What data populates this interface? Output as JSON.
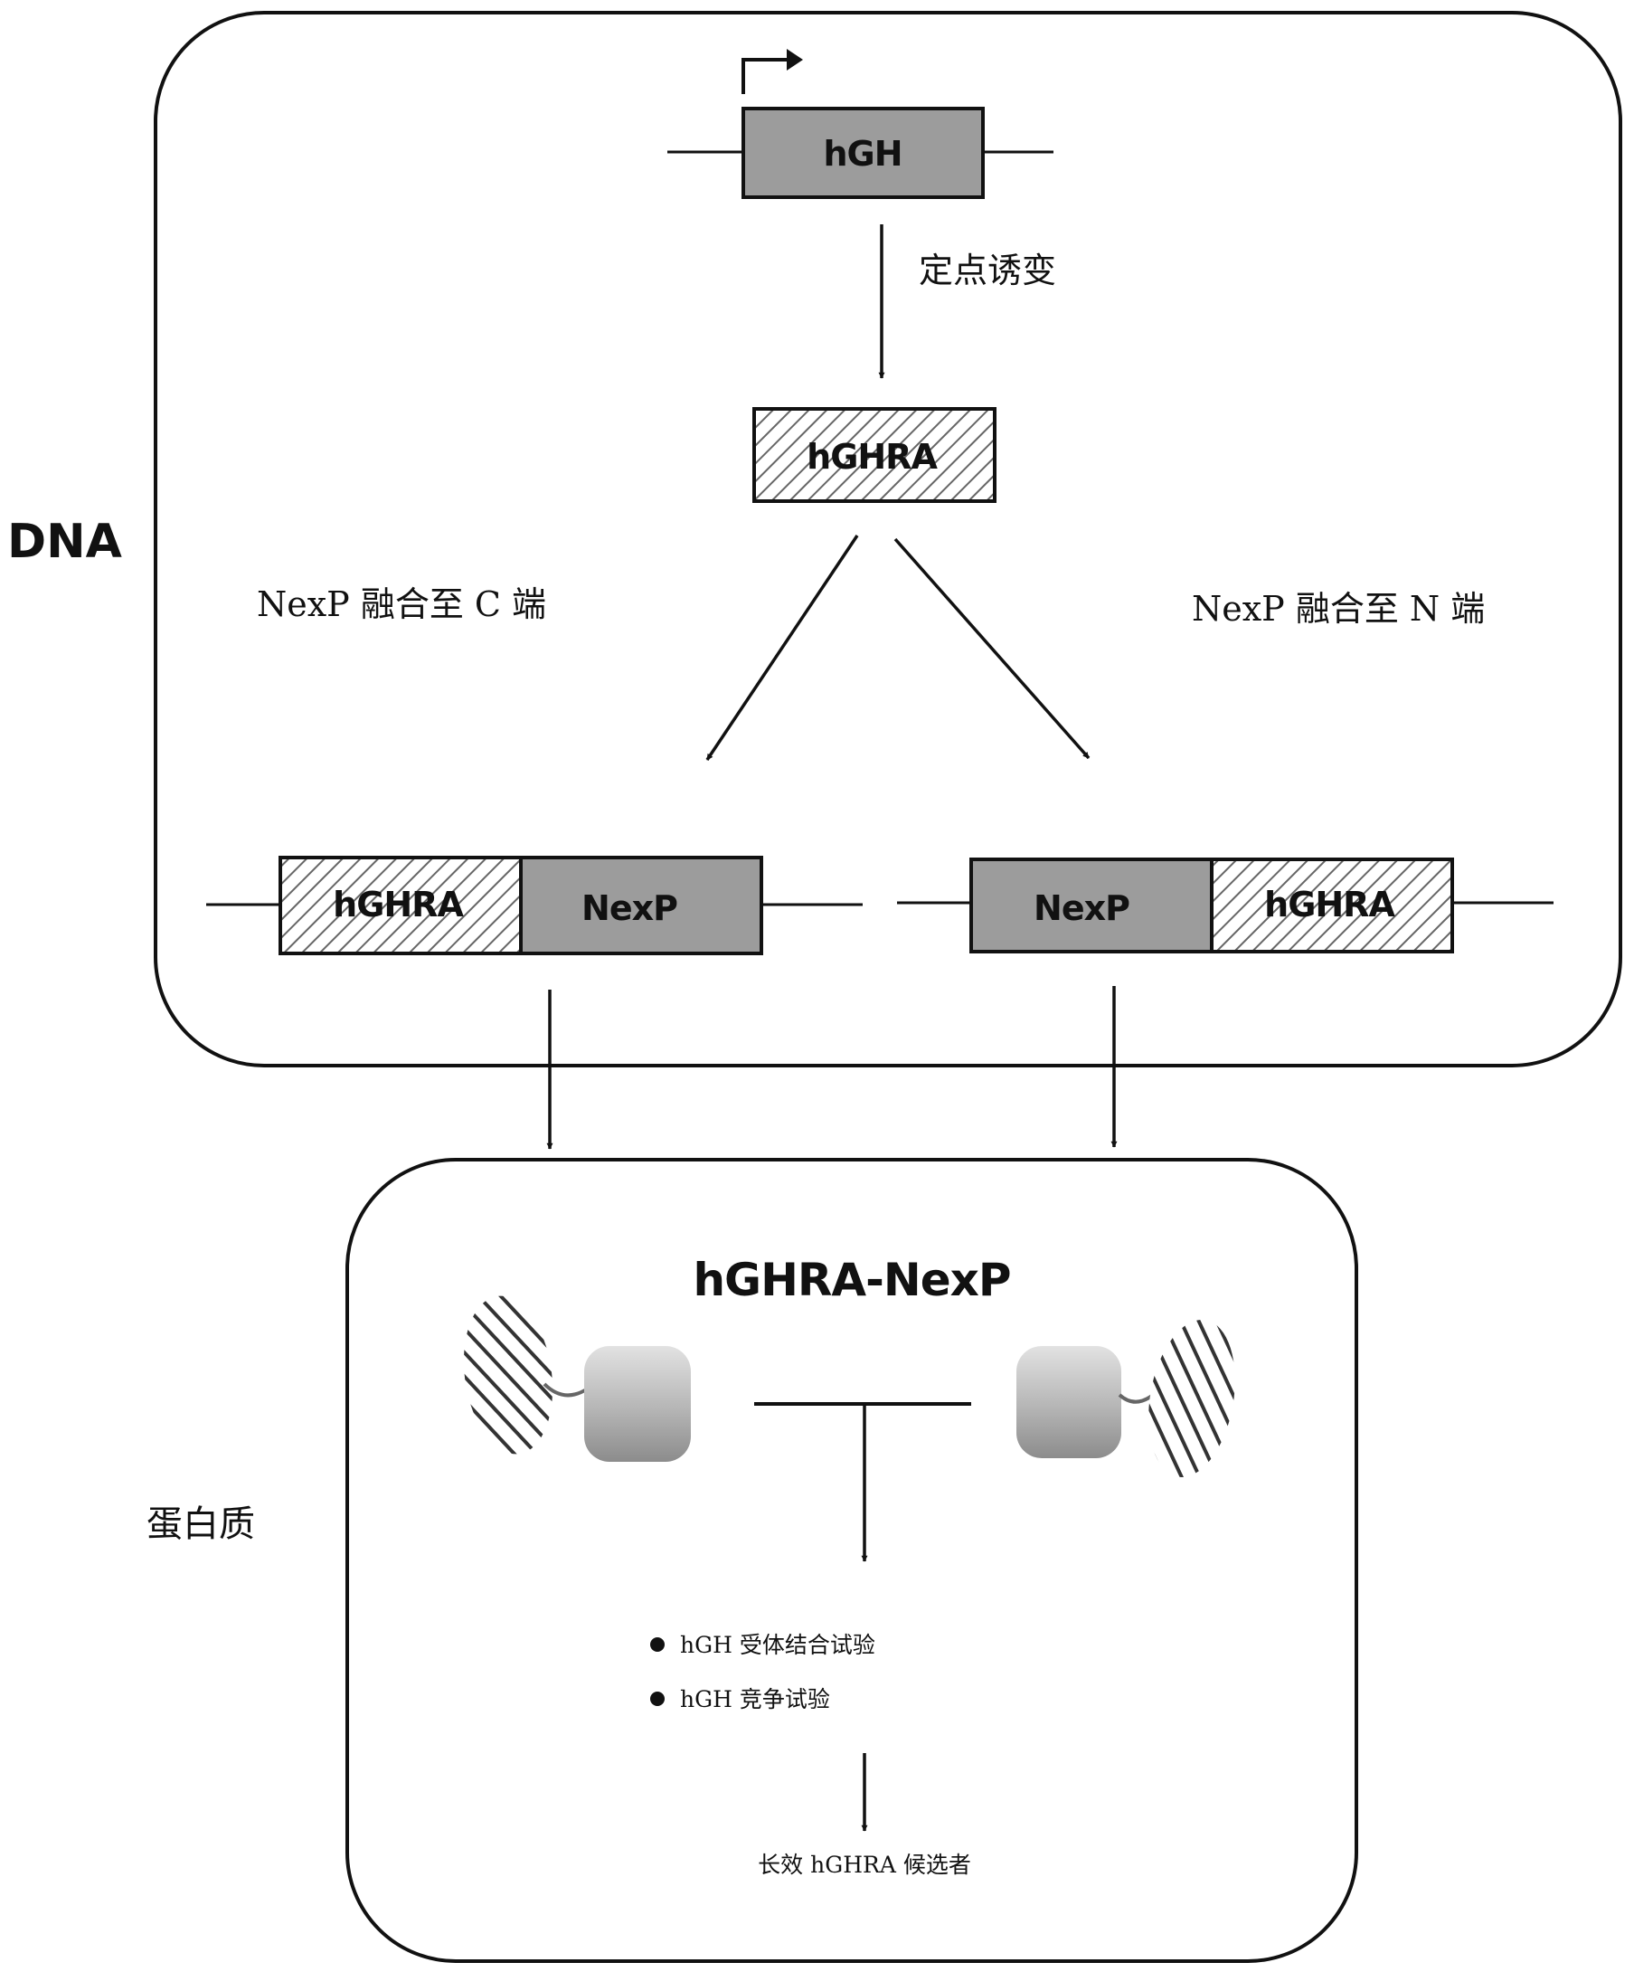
{
  "panels": {
    "dna_label": "DNA",
    "protein_label": "蛋白质"
  },
  "top_gene": {
    "label": "hGH",
    "arrow_caption": "定点诱变"
  },
  "mutant": {
    "label": "hGHRA"
  },
  "branches": {
    "left_caption": "NexP 融合至 C 端",
    "right_caption": "NexP 融合至 N 端"
  },
  "constructs": {
    "left": [
      "hGHRA",
      "NexP"
    ],
    "right": [
      "NexP",
      "hGHRA"
    ]
  },
  "protein": {
    "title": "hGHRA-NexP",
    "assays": [
      "hGH 受体结合试验",
      "hGH 竞争试验"
    ],
    "result": "长效 hGHRA 候选者"
  },
  "colors": {
    "gene_fill": "#999999",
    "outline": "#111111",
    "hatch_stroke": "#555555",
    "protein_gray": "#9a9a9a"
  }
}
